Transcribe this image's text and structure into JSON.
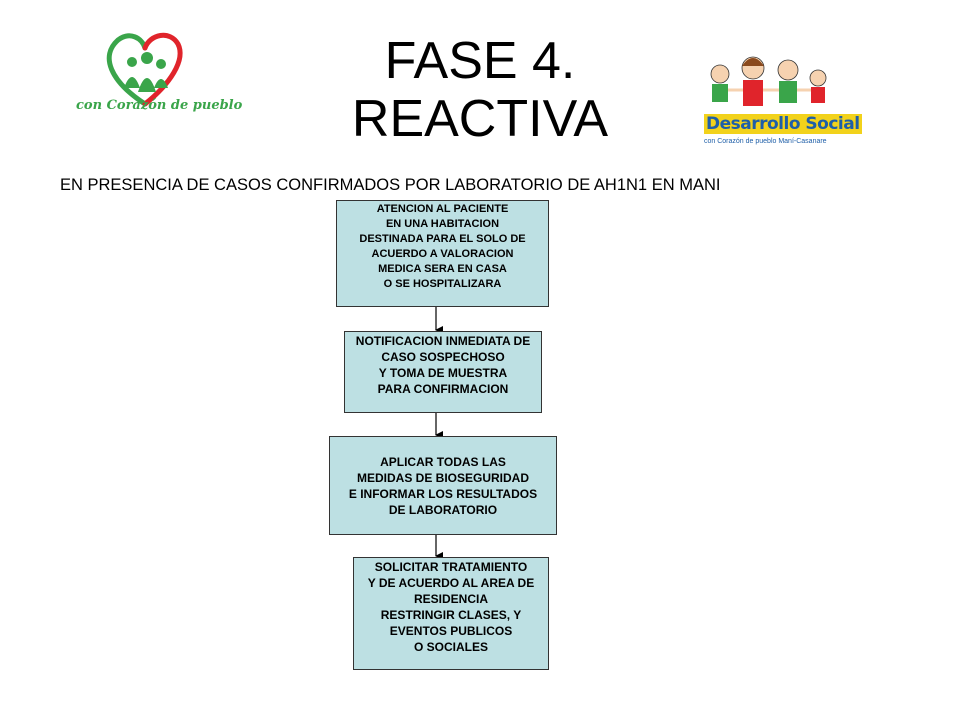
{
  "slide": {
    "title_line1": "FASE 4.",
    "title_line2": "REACTIVA",
    "subtitle": "EN PRESENCIA DE CASOS CONFIRMADOS POR LABORATORIO DE AH1N1 EN MANI"
  },
  "logos": {
    "left": {
      "icon": "heart-family-logo",
      "text": "con Corazón de pueblo"
    },
    "right": {
      "icon": "children-holding-hands-logo",
      "text": "Desarrollo Social",
      "caption": "con Corazón de pueblo  Maní-Casanare"
    }
  },
  "flow": {
    "steps": [
      {
        "lines": [
          "ATENCION AL PACIENTE",
          "EN UNA HABITACION",
          "DESTINADA PARA EL SOLO DE",
          "ACUERDO A VALORACION",
          "MEDICA SERA EN CASA",
          "O SE HOSPITALIZARA"
        ]
      },
      {
        "lines": [
          "NOTIFICACION INMEDIATA DE",
          "CASO SOSPECHOSO",
          "Y TOMA DE MUESTRA",
          "PARA CONFIRMACION"
        ]
      },
      {
        "lines": [
          "APLICAR TODAS LAS",
          "MEDIDAS DE BIOSEGURIDAD",
          "E INFORMAR  LOS RESULTADOS",
          "DE LABORATORIO"
        ]
      },
      {
        "lines": [
          "SOLICITAR TRATAMIENTO",
          "Y DE ACUERDO  AL AREA DE",
          "RESIDENCIA",
          "RESTRINGIR CLASES, Y",
          "EVENTOS PUBLICOS",
          "O SOCIALES"
        ]
      }
    ]
  },
  "colors": {
    "box_fill": "#bde0e3",
    "heart_red": "#e0242b",
    "heart_green": "#3aa54a",
    "brand_blue": "#1f5fa8",
    "brand_yellow": "#f2d21b"
  }
}
